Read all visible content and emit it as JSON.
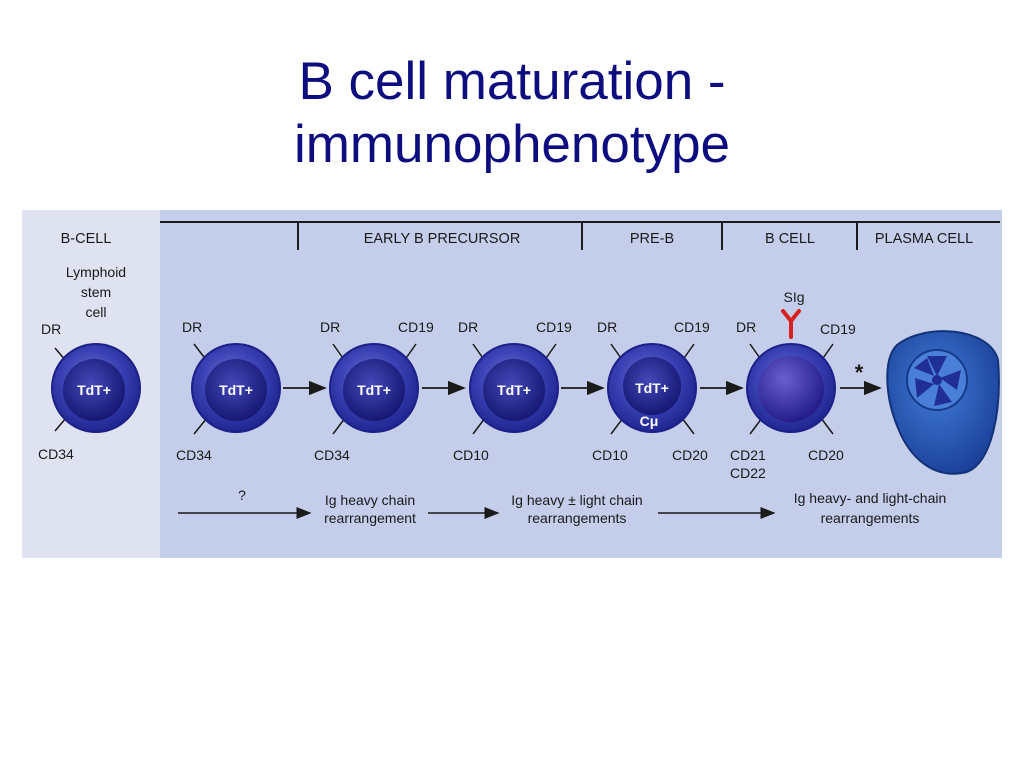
{
  "slide": {
    "title_line1": "B cell maturation -",
    "title_line2": "immunophenotype"
  },
  "figure": {
    "stage_headers": [
      "B-CELL",
      "EARLY B PRECURSOR",
      "PRE-B",
      "B CELL",
      "PLASMA CELL"
    ],
    "cells": [
      {
        "name": "Lymphoid stem cell",
        "caption": [
          "Lymphoid",
          "stem",
          "cell"
        ],
        "nucleus_label": "TdT+",
        "markers": {
          "top_left": "DR",
          "bottom_left": "CD34"
        }
      },
      {
        "name": "Early B precursor 1",
        "nucleus_label": "TdT+",
        "markers": {
          "top_left": "DR",
          "bottom_left": "CD34"
        }
      },
      {
        "name": "Early B precursor 2",
        "nucleus_label": "TdT+",
        "markers": {
          "top_left": "DR",
          "top_right": "CD19",
          "bottom_left": "CD34"
        }
      },
      {
        "name": "Early B precursor 3",
        "nucleus_label": "TdT+",
        "markers": {
          "top_left": "DR",
          "top_right": "CD19",
          "bottom_left": "CD10"
        }
      },
      {
        "name": "Pre-B cell",
        "nucleus_label": "TdT+",
        "cytoplasm_label": "Cμ",
        "markers": {
          "top_left": "DR",
          "top_right": "CD19",
          "bottom_left": "CD10",
          "bottom_right": "CD20"
        }
      },
      {
        "name": "B cell",
        "surface_receptor": "SIg",
        "markers": {
          "top_left": "DR",
          "top_right": "CD19",
          "bottom_left": [
            "CD21",
            "CD22"
          ],
          "bottom_right": "CD20"
        }
      },
      {
        "name": "Plasma cell"
      }
    ],
    "transition_marker": "*",
    "rearrangements": [
      {
        "label": [
          "?"
        ]
      },
      {
        "label": [
          "Ig heavy chain",
          "rearrangement"
        ]
      },
      {
        "label": [
          "Ig heavy ± light chain",
          "rearrangements"
        ]
      },
      {
        "label": [
          "Ig heavy- and light-chain",
          "rearrangements"
        ]
      }
    ],
    "colors": {
      "panel_left": "#dfe3f1",
      "panel_main": "#c4cde9",
      "cell_membrane": "#2d35a3",
      "nucleus": "#1a1c7e",
      "receptor": "#d92020"
    }
  }
}
